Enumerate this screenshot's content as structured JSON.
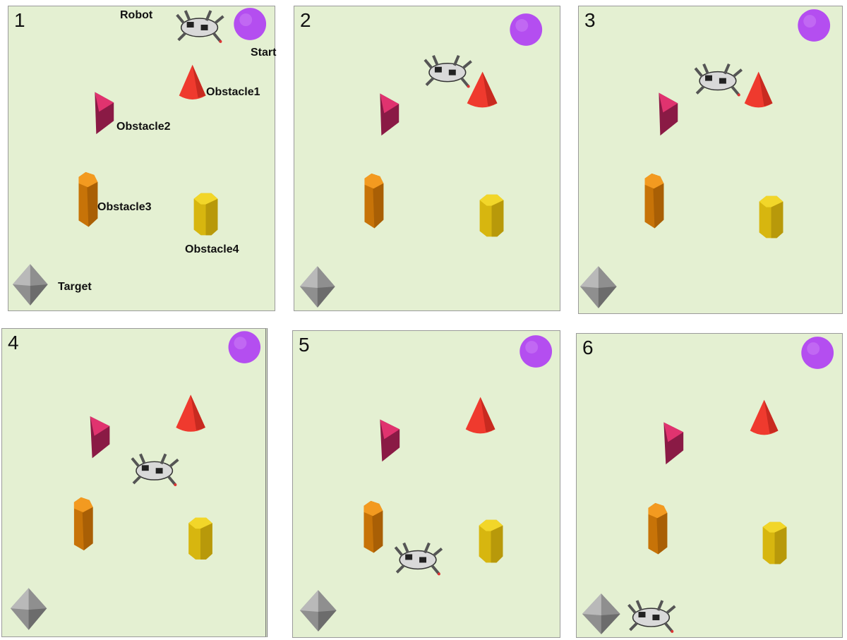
{
  "panels": [
    {
      "number": "1"
    },
    {
      "number": "2"
    },
    {
      "number": "3"
    },
    {
      "number": "4"
    },
    {
      "number": "5"
    },
    {
      "number": "6"
    }
  ],
  "labels": {
    "robot": "Robot",
    "start": "Start",
    "obstacle1": "Obstacle1",
    "obstacle2": "Obstacle2",
    "obstacle3": "Obstacle3",
    "obstacle4": "Obstacle4",
    "target": "Target"
  },
  "colors": {
    "background": "#e4f0d2",
    "start": "#b44ef0",
    "obstacle1": "#ef3a2e",
    "obstacle2": "#c7245e",
    "obstacle3": "#ea8a10",
    "obstacle4": "#e8cc14",
    "target": "#9a9a9a"
  },
  "robot_icon": "hexapod-robot-icon"
}
